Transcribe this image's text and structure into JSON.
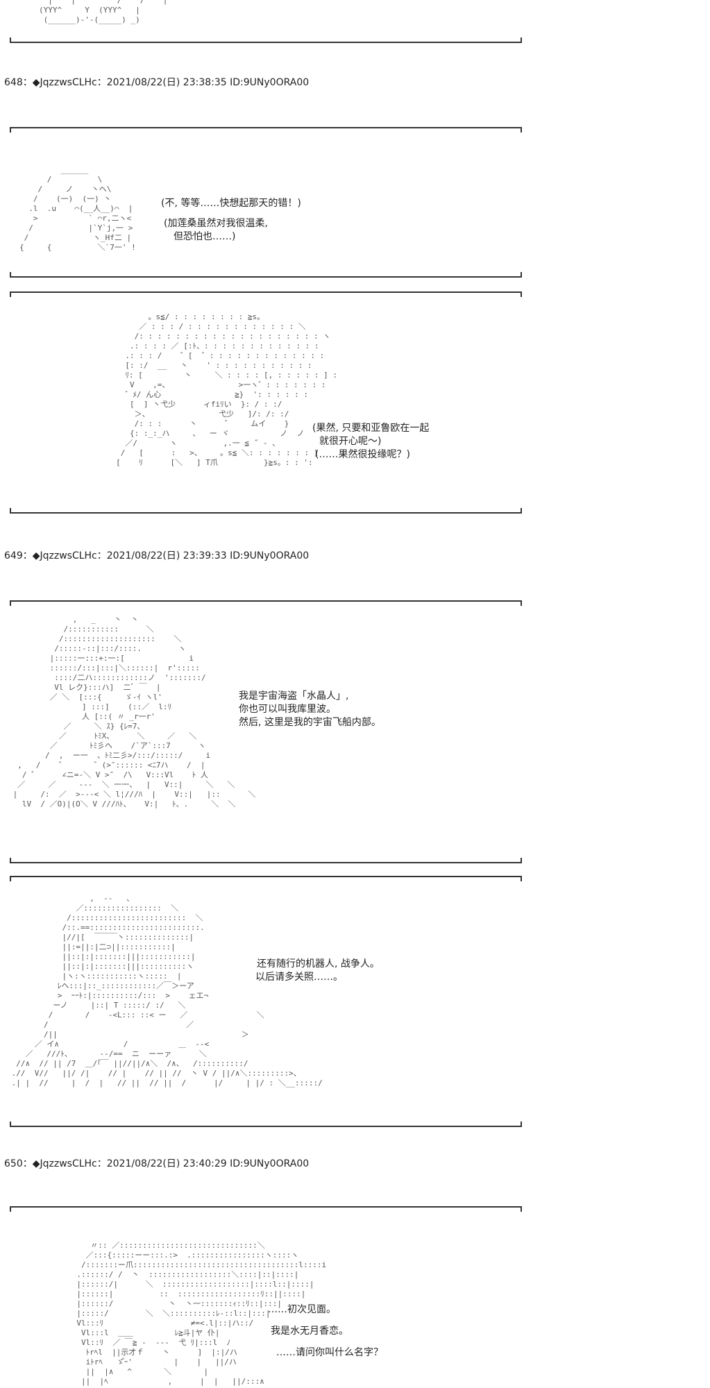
{
  "posts": [
    {
      "header": "648：◆JqzzwsCLHc：2021/08/22(日) 23:38:35 ID:9UNy0ORA00"
    },
    {
      "header": "649：◆JqzzwsCLHc：2021/08/22(日) 23:39:33 ID:9UNy0ORA00"
    },
    {
      "header": "650：◆JqzzwsCLHc：2021/08/22(日) 23:40:29 ID:9UNy0ORA00"
    }
  ],
  "panels": {
    "p0": {
      "art": "  |    |         /    /    |\n(YYY^     Y  (YYY^   |\n (______)-'-(_____) _)"
    },
    "p1": {
      "art": "         ______\n      /          \\\n    /     ノ    丶へ\\\n   /    (一)  (一) 丶\n  .l  .u    ⌒(__人__)⌒  |\n   >           ` ⌒r,二ヽ<\n  /            |`Y`j,一 >\n /              ヽ_Hf二 |\n{     {          ＼`7一' !",
      "lines": [
        "(不, 等等……快想起那天的错！)",
        "(加莲桑虽然对我很温柔,",
        "但恐怕也……)"
      ]
    },
    "p2": {
      "art": "            。s≦/ : : : : : : : : ≧s。\n          ／ : : : / : : : : : : : : : : : : ＼\n         /: : : : : : : : : : : : : : : : : : : : ヽ\n        .: : : : ／ [:ﾄ、: : : : : : : : : : : : :\n       .: : : /    ゛[  ゛: : : : : : : : : : : : :\n       [: :/  __   丶    ' : : : : : : : : : : :\n       ﾘ: [         丶     ＼ : : : : [, : : : : : ] :\n        V    ,=、               >一ヽ゛: : : : : : :\n       ゛ﾒ/ ん心                ≧}  ': : : : : :\n        [  ] 丶弋少      ィfiﾘい  }: / : :/\n         ＞、               弋少   ]/: /: :/\n         /: : :      丶      ゛    ムイ    }\n        {: :_:_ハ     、  ー ヾ           ノ  ノ\n       ／/       ヽ          ,.一 ≦ ˝ - 、\n      /   [      :   >、    。s≦ ＼: : : : : : : ]\n     [    ﾘ      [＼   ] T爪          }≧s。: : ':",
      "lines": [
        "(果然, 只要和亚鲁欧在一起",
        "就很开心呢～)",
        "",
        "(……果然很投缘呢？)"
      ]
    },
    "p3": {
      "art": "              ,   _    丶  丶\n            /:::::::::::      ＼\n           /::::::::::::::::::::    ＼\n          /:::::-::|:::/::::.        ヽ\n         |:::::一:::+:一:[              i\n         ::::::/:::|:::|＼::::::|  r':::::\n          ::::/二ハ::::::::::::ノ  ':::::::/\n          Vl レク}:::ハ]  二ﾞ ￣  |\n         ／ ＼  [:::{     ゞ-ｲ ヽl'\n                ] :::]    (::／  l:ﾘ\n                人 [::( 〃 _r一r'\n            ／     ＼ ｽ} {ﾚ=7、\n           ／      ﾄﾐX、     ＼     ／   ＼\n         ／       ﾄﾐ彡ヘ    /`ア`:::7      ヽ\n        /  ,  ー一  、ﾄﾐ二彡>/:::/:::::/     i\n  ,   /    ゛      ゛(>″:::::: <ﾆ7ハ    /  |\n   / ゛     ∠ニ=-＼ V >″  /\\   V:::Vl    ﾄ 人\n  ／     ／     ---  ＼ 一一、  |   V::|     ＼   ＼\n |     /:  ／  >---< ＼ l¦///ﾊ  |    V::|   |::      ＼\n   lV  / ／O)|(O＼ V ///ﾊﾄ、   V:|   ﾄ、.     ＼  ＼",
      "lines": [
        "我是宇宙海盗「水晶人」,",
        "你也可以叫我库里波。",
        "",
        "然后, 这里是我的宇宙飞船内部。"
      ]
    },
    "p4": {
      "art": "                  ,  --   、\n               ／:::::::::::::::::  ＼\n             /:::::::::::::::::::::::::  ＼\n            /::.==::::::::::::::::::::::::.\n            |//|[  ￣￣￣丶::::::::::::::|\n            ||:=||:|二⊃||:::::::::::|\n            ||::|:|:::::::|||:::::::::::|\n            ||::|:|:::::::|||::::::::::ヽ\n            |ヽ:ヽ:::::::::::ヽ:::::  |\n           ﾚヘ:::|::_::::::::::::／￣＞ーア\n           >  ｰｰﾄ:|::::::::::/:::  >    ェエ¬\n          ーノ     |::| T :::::/ :/   ＼\n         /       /    -<L::: ::< ー   ／               ＼\n        /                              ／        \n        /||                                        ＞\n      ／ イ∧              /           ＿  --<\n    ／   ///ﾄ、      --/==  ニ  ーーァ      ＼\n  //∧  // || /7  ＿/｢￣ ||//||/∧＼  /∧、  /::::::::::/\n .//  V//   ||/ /|    // |    // || //  丶 V / ||/∧＼:::::::::>、\n .| |  //     |  /  |   // ||  // ||  /      |/     | |/ : ＼__:::::/",
      "lines": [
        "还有随行的机器人, 战争人。",
        "以后请多关照……。"
      ]
    },
    "p5": {
      "art": "          〃:: ／::::::::::::::::::::::::::::::＼\n         ／:::{:::::ーー:::.:>  .::::::::::::::::ヽ::::ヽ\n        /:::::::ー爪::::::::::::::::::::::::::::::::::::l::::i\n       .::::::/ /  丶  ::::::::::::::::::＼::::|::|::::|\n       |::::::/|      ＼  :::::::::::::::::::|::::l::|::::|\n       |::::::|          ::  ::::::::::::::::::ﾘ::||::::|\n       |::::::/            丶  丶一:::::::ｨ::ﾘ::|:::|\n       |:::::/        ＼  ＼::::::::::ﾚ‐::l::|:::|\n       Vl:::ﾘ                   ≠=<.l|::|ハ::/\n        Vl:::l  ＿＿         ﾚ≧斗|ヤ 仆|\n        Vl::ﾘ  ／ ￣≧ -  ---  弋 ﾘ|:::l  ﾉ\n         ﾄrﾍl  ||示才ｆ    丶      ]  |:|/ハ\n         iﾄrﾍ   ゞ゚ｰ'         |    |   ||/ハ\n         ||  |∧   ^       ＼       |\n        ||  |ﾍ             ,      |  |   ||/:::∧",
      "lines": [
        "……初次见面。",
        "我是水无月香恋。",
        "……请问你叫什么名字？"
      ]
    }
  }
}
